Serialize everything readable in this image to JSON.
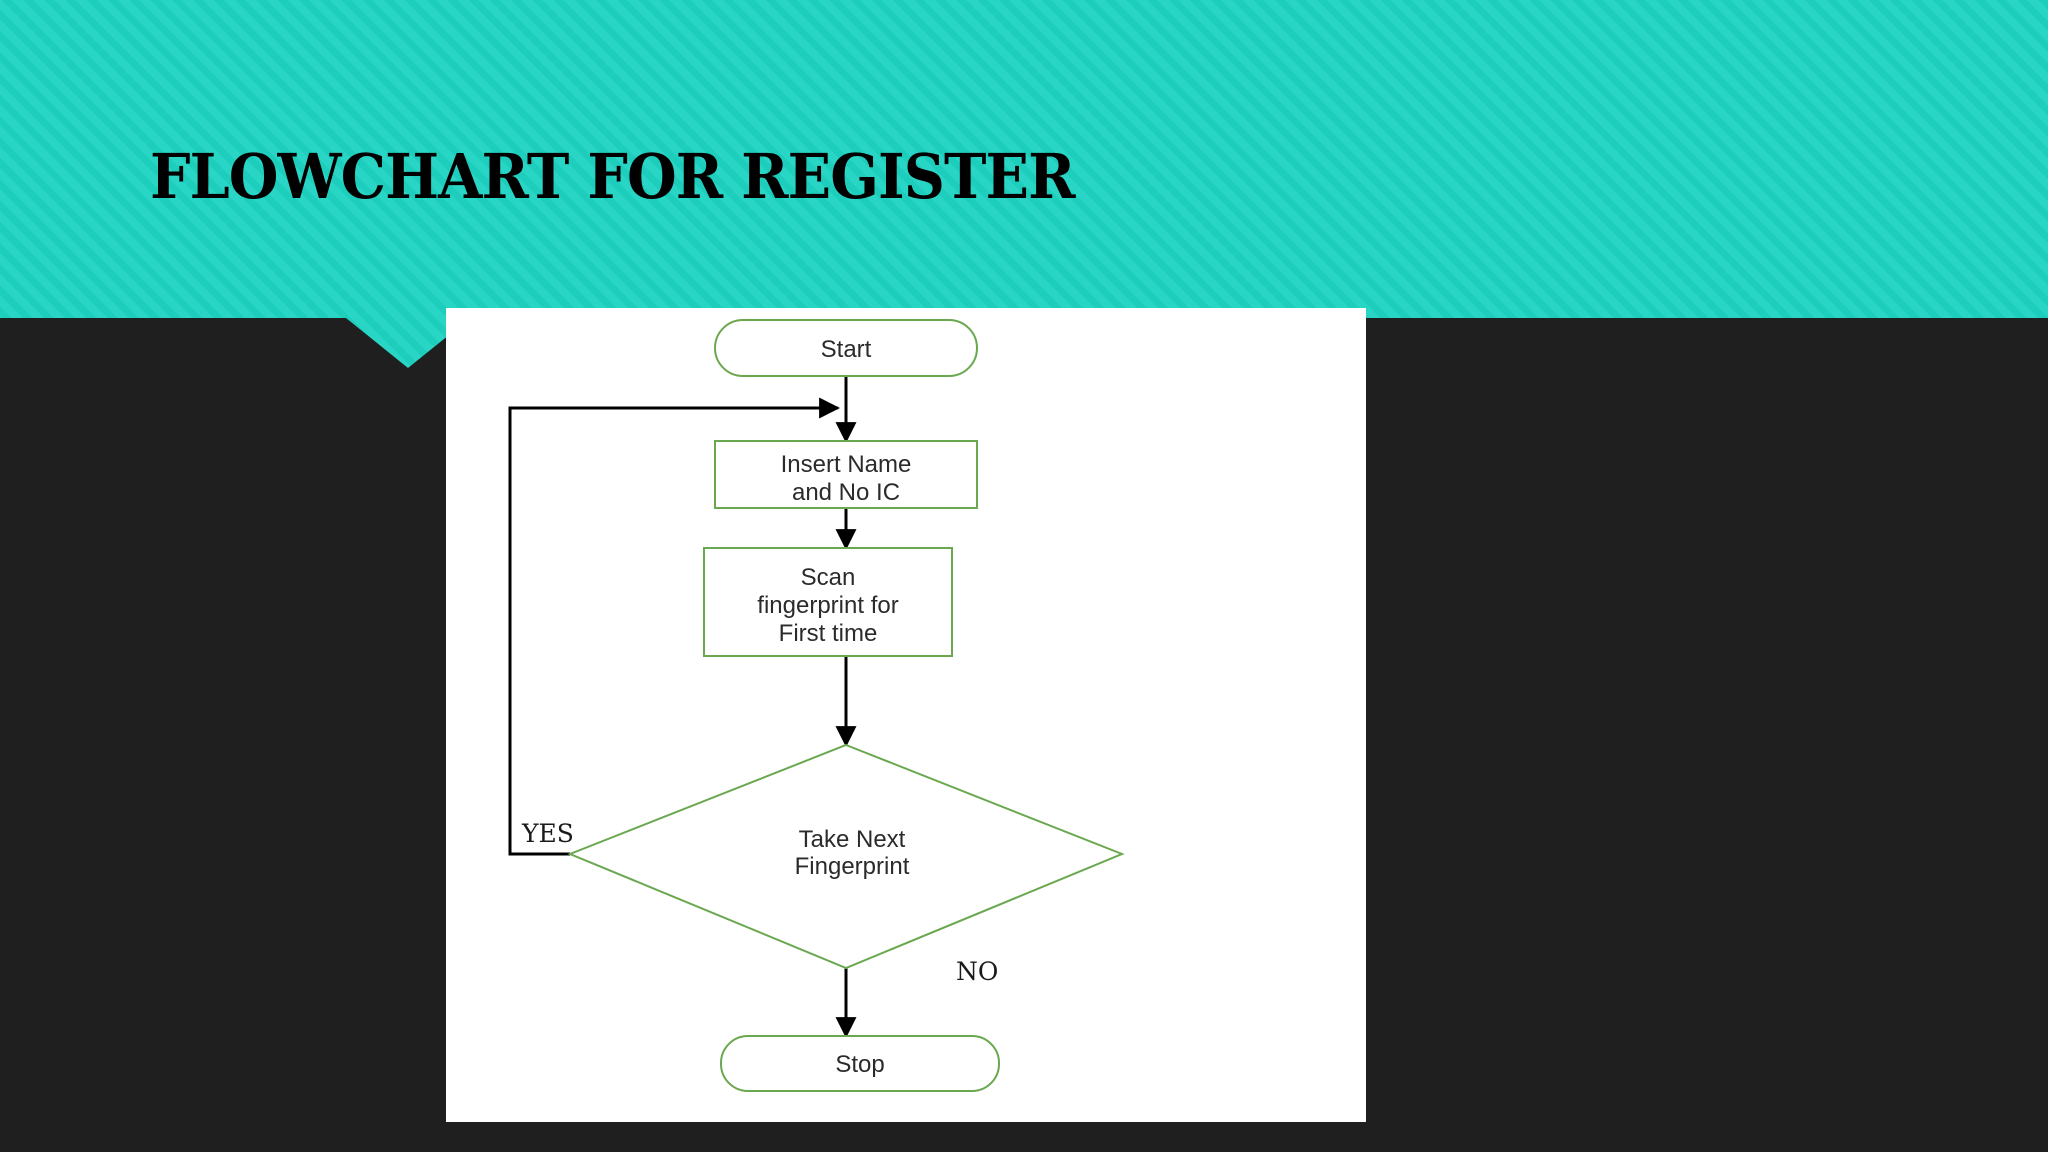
{
  "slide": {
    "title": "FLOWCHART FOR REGISTER",
    "background_color": "#1f1f1f",
    "header_color": "#1ecebd",
    "header_stripe_color": "#29d6c6"
  },
  "flowchart": {
    "shape_border_color": "#6aa84f",
    "connector_color": "#000000",
    "nodes": [
      {
        "id": "start",
        "type": "terminator",
        "label": "Start"
      },
      {
        "id": "insert",
        "type": "process",
        "label_line1": "Insert Name",
        "label_line2": "and No IC"
      },
      {
        "id": "scan",
        "type": "process",
        "label_line1": "Scan",
        "label_line2": "fingerprint for",
        "label_line3": "First time"
      },
      {
        "id": "decide",
        "type": "decision",
        "label_line1": "Take Next",
        "label_line2": "Fingerprint"
      },
      {
        "id": "stop",
        "type": "terminator",
        "label": "Stop"
      }
    ],
    "branches": [
      {
        "id": "yes",
        "label": "YES"
      },
      {
        "id": "no",
        "label": "NO"
      }
    ]
  }
}
